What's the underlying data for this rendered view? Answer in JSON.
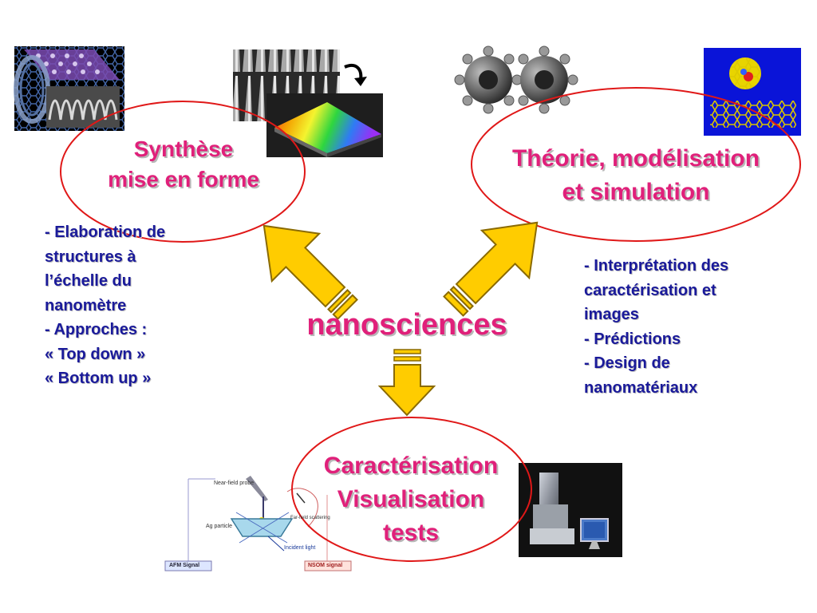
{
  "nodes": {
    "synthese": {
      "line1": "Synthèse",
      "line2": "mise en forme"
    },
    "theorie": {
      "line1": "Théorie, modélisation",
      "line2": "et simulation"
    },
    "center": "nanosciences",
    "caracterisation": {
      "line1": "Caractérisation",
      "line2": "Visualisation",
      "line3": "tests"
    }
  },
  "left_notes": [
    "- Elaboration de",
    "structures à",
    "l’échelle du",
    "nanomètre",
    "- Approches :",
    "« Top down »",
    "« Bottom up »"
  ],
  "right_notes": [
    "- Interprétation des",
    "caractérisation et",
    "images",
    "- Prédictions",
    "- Design de",
    "nanomatériaux"
  ],
  "nsom_diagram": {
    "probe_label": "Near-field probe",
    "particle_label": "Ag particle",
    "light_label": "Incident light",
    "scatter_label": "Far-field scattering",
    "afm_signal": "AFM Signal",
    "nsom_signal": "NSOM signal"
  },
  "colors": {
    "title": "#e0207a",
    "notes": "#1a1a9a",
    "ellipse": "#e01818",
    "arrow_fill": "#ffcc00",
    "arrow_stroke": "#8a6a00"
  }
}
